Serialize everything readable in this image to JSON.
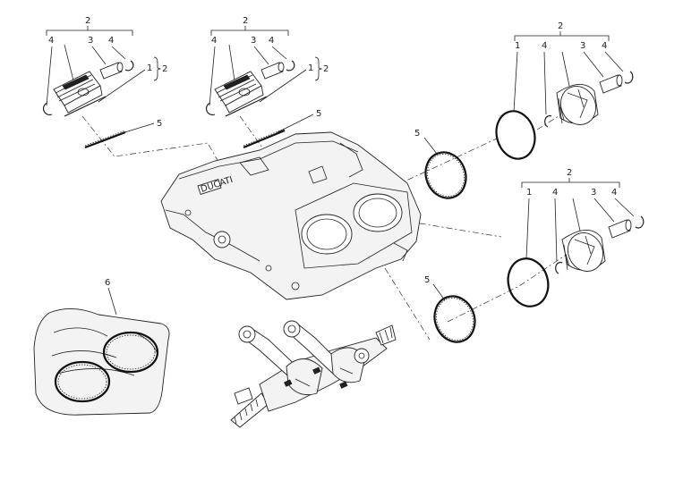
{
  "callouts": {
    "g1": {
      "n2": "2",
      "n4a": "4",
      "n3": "3",
      "n4b": "4",
      "n1": "1",
      "nb2": "2"
    },
    "g2": {
      "n2": "2",
      "n4a": "4",
      "n3": "3",
      "n4b": "4",
      "n1": "1",
      "nb2": "2"
    },
    "g3": {
      "n2": "2",
      "n1": "1",
      "n4a": "4",
      "n3": "3",
      "n4b": "4"
    },
    "g4": {
      "n2": "2",
      "n1": "1",
      "n4a": "4",
      "n3": "3",
      "n4b": "4"
    },
    "gasket_a": "5",
    "gasket_b": "5",
    "oring_a": "5",
    "oring_b": "5",
    "kit": "6"
  }
}
